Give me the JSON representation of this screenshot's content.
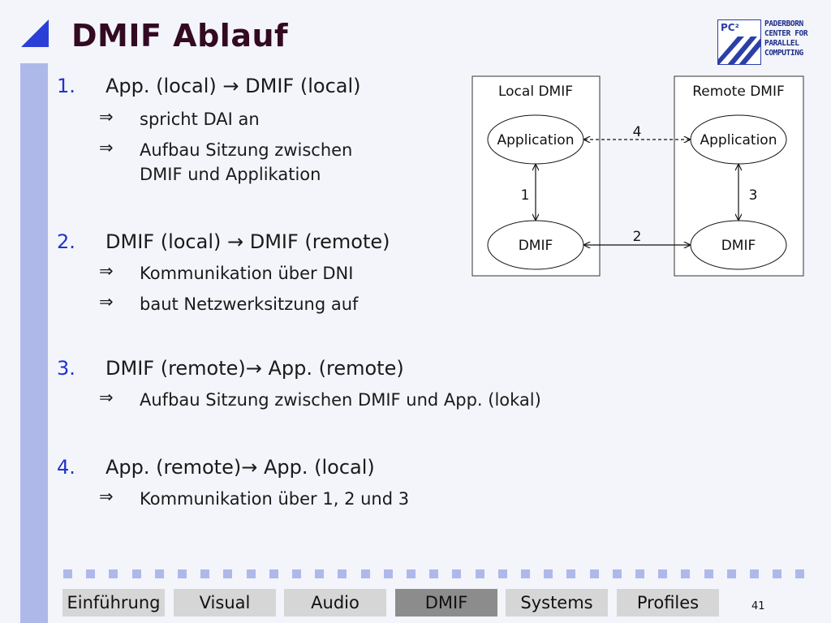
{
  "slide": {
    "title": "DMIF Ablauf",
    "page_number": "41",
    "colors": {
      "accent": "#2233cc",
      "band": "#aeb9ea",
      "title": "#330a22",
      "tab": "#d6d6d6",
      "tab_active": "#8c8c8c"
    }
  },
  "logo": {
    "pc_label": "PC²",
    "lines": [
      "PADERBORN",
      "CENTER FOR",
      "PARALLEL",
      "COMPUTING"
    ]
  },
  "list": [
    {
      "num": "1.",
      "text": "App. (local) → DMIF (local)",
      "subs": [
        {
          "arrow": "⇒",
          "text": "spricht DAI an"
        },
        {
          "arrow": "⇒",
          "text": "Aufbau Sitzung zwischen",
          "text2": "DMIF und Applikation"
        }
      ]
    },
    {
      "num": "2.",
      "text": "DMIF (local) → DMIF (remote)",
      "subs": [
        {
          "arrow": "⇒",
          "text": "Kommunikation über DNI"
        },
        {
          "arrow": "⇒",
          "text": "baut Netzwerksitzung auf"
        }
      ]
    },
    {
      "num": "3.",
      "text": "DMIF (remote)→ App. (remote)",
      "subs": [
        {
          "arrow": "⇒",
          "text": "Aufbau Sitzung zwischen DMIF und App. (lokal)"
        }
      ]
    },
    {
      "num": "4.",
      "text": "App. (remote)→ App. (local)",
      "subs": [
        {
          "arrow": "⇒",
          "text": "Kommunikation über 1, 2 und 3"
        }
      ]
    }
  ],
  "diagram": {
    "local_box": "Local DMIF",
    "remote_box": "Remote DMIF",
    "local_app": "Application",
    "remote_app": "Application",
    "local_dmif": "DMIF",
    "remote_dmif": "DMIF",
    "edge_labels": {
      "one": "1",
      "two": "2",
      "three": "3",
      "four": "4"
    }
  },
  "nav": {
    "tabs": [
      "Einführung",
      "Visual",
      "Audio",
      "DMIF",
      "Systems",
      "Profiles"
    ],
    "active": "DMIF"
  }
}
